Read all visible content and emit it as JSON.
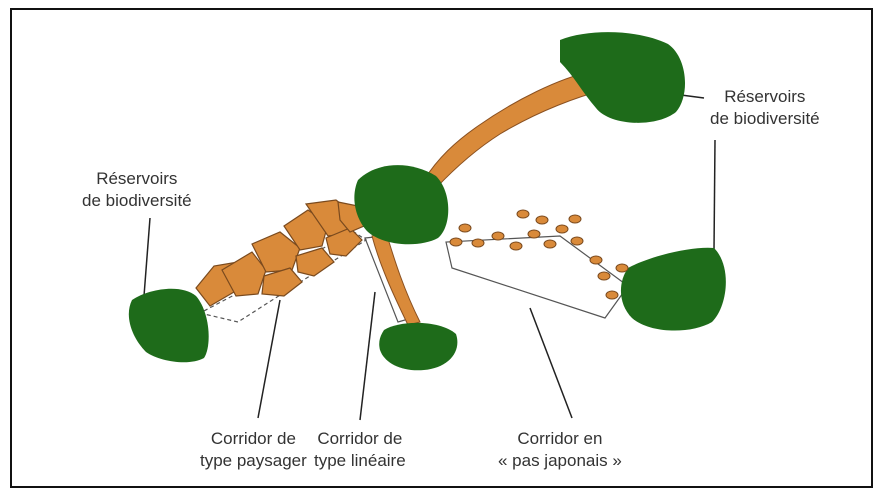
{
  "labels": {
    "reservoirs_right": [
      "Réservoirs",
      "de biodiversité"
    ],
    "reservoirs_left": [
      "Réservoirs",
      "de biodiversité"
    ],
    "corridor_paysager": [
      "Corridor de",
      "type paysager"
    ],
    "corridor_lineaire": [
      "Corridor de",
      "type linéaire"
    ],
    "corridor_japonais": [
      "Corridor en",
      "« pas japonais »"
    ]
  },
  "colors": {
    "reservoir": "#1e6b1a",
    "corridor": "#d98a3a",
    "outline": "#7a4a1e",
    "leader": "#222222"
  }
}
